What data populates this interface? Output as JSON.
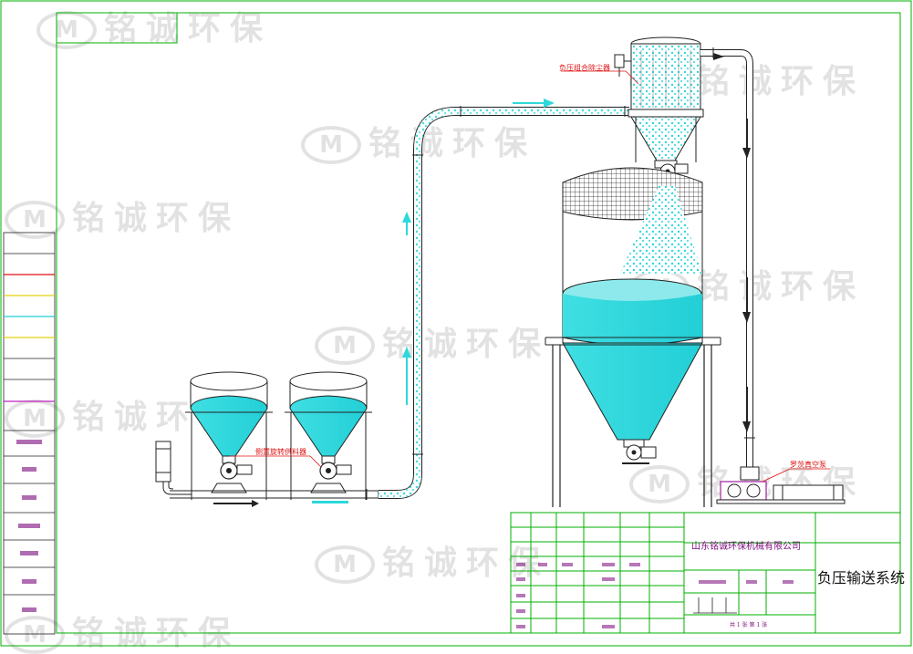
{
  "watermark": {
    "text": "铭诚环保",
    "logo_letter": "M"
  },
  "components": {
    "dust_collector": "负压组合除尘器",
    "rotary_feeder": "侧置旋转供料器",
    "roots_pump": "罗茨真空泵"
  },
  "title_block": {
    "company": "山东铭诚环保机械有限公司",
    "drawing_title": "负压输送系统",
    "sheet_info": "共 1 张   第 1 张"
  },
  "colors": {
    "frame": "#00b000",
    "material": "#2ed8dc",
    "label": "#e01010",
    "steel": "#222222"
  }
}
